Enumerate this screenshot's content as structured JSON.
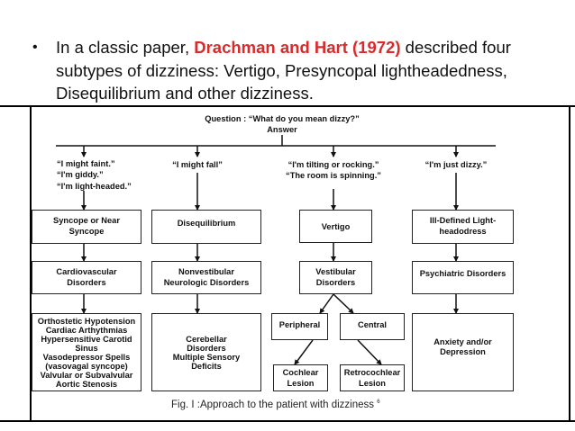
{
  "slide": {
    "bullet_symbol": "•",
    "bullet_pre": "In a classic paper, ",
    "bullet_highlight": "Drachman and Hart (1972)",
    "bullet_post": " described four subtypes of dizziness: Vertigo, Presyncopal lightheadedness, Disequilibrium and other dizziness.",
    "highlight_color": "#d92b2b"
  },
  "diagram": {
    "question": "Question : “What do you mean dizzy?”",
    "answer": "Answer",
    "quotes": [
      "“I might faint.”\n“I'm giddy.”\n“I'm light-headed.”",
      "“I might fall”",
      "“I'm tilting or rocking.”\n“The room is spinning.”",
      "“I'm just dizzy.”"
    ],
    "row1": [
      "Syncope or Near\nSyncope",
      "Disequilibrium",
      "Vertigo",
      "Ill-Defined Light-\nheadodress"
    ],
    "row2": [
      "Cardiovascular\nDisorders",
      "Nonvestibular\nNeurologic Disorders",
      "Vestibular\nDisorders",
      "Psychiatric Disorders"
    ],
    "row3": [
      "Orthostetic Hypotension\nCardiac Arthythmias\nHypersensitive Carotid\nSinus\nVasodepressor Spells\n(vasovagal syncope)\nValvular or Subvalvular\nAortic Stenosis",
      "Cerebellar\nDisorders\nMultiple Sensory\nDeficits",
      "Anxiety and/or\nDepression"
    ],
    "vestibular_branches": [
      "Peripheral",
      "Central"
    ],
    "vestibular_leaves": [
      "Cochlear\nLesion",
      "Retrocochlear\nLesion"
    ],
    "caption": "Fig. I :Approach to the patient with dizziness",
    "caption_ref": "6"
  }
}
